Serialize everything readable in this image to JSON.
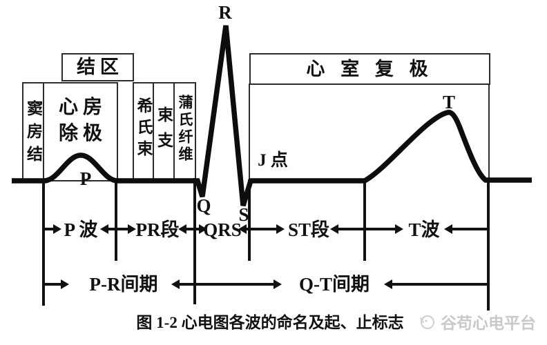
{
  "figure": {
    "caption": "图 1-2  心电图各波的命名及起、止标志",
    "conduction_boxes": {
      "sinus_node": "窦房结",
      "atrial_depolarization": {
        "line1": "心 房",
        "line2": "除 极"
      },
      "junction_zone": "结 区",
      "his_bundle": "希氏束",
      "bundle_branches": "束支",
      "purkinje_fibers": "蒲氏纤维",
      "ventricular_repolarization": "心 室 复 极"
    },
    "wave_points": {
      "p": "P",
      "q": "Q",
      "r": "R",
      "s": "S",
      "t": "T",
      "j_point": "J 点"
    },
    "wave_segments": {
      "p_wave": "P 波",
      "pr_segment": "PR段",
      "qrs": "QRS",
      "st_segment": "ST段",
      "t_wave": "T波"
    },
    "intervals": {
      "pr_interval": "P-R间期",
      "qt_interval": "Q-T间期"
    },
    "watermark": {
      "text": "谷苟心电平台"
    },
    "colors": {
      "line": "#111111",
      "background": "#ffffff",
      "watermark_gray": "#c9c9c9"
    }
  }
}
